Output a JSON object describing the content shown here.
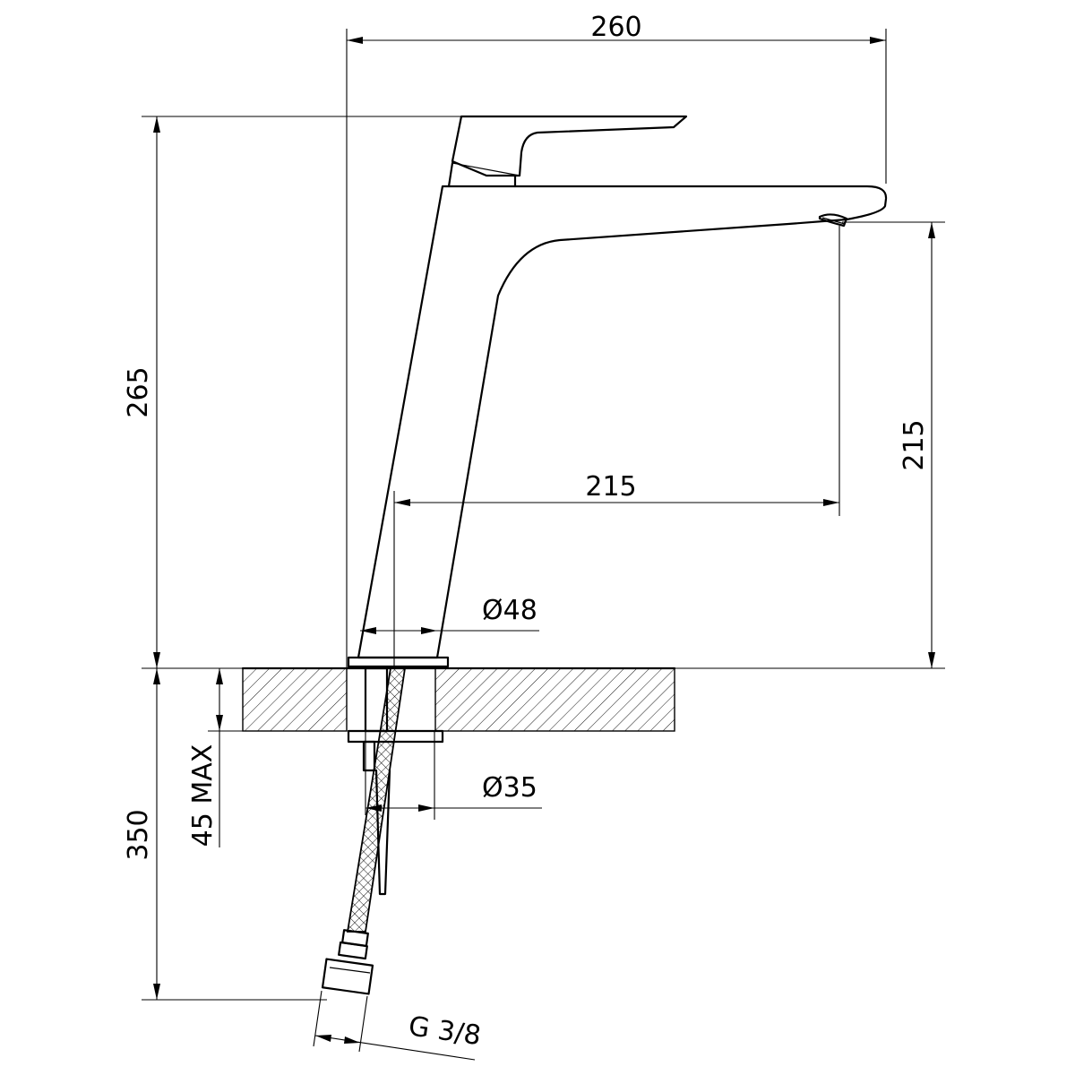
{
  "dimensions": {
    "total_length": "260",
    "total_height": "265",
    "spout_height": "215",
    "spout_reach": "215",
    "base_diameter": "Ø48",
    "shank_diameter": "Ø35",
    "max_counter_thickness": "45 MAX",
    "hose_length": "350",
    "hose_thread": "G 3/8"
  },
  "colors": {
    "line": "#000000",
    "background": "#ffffff"
  }
}
